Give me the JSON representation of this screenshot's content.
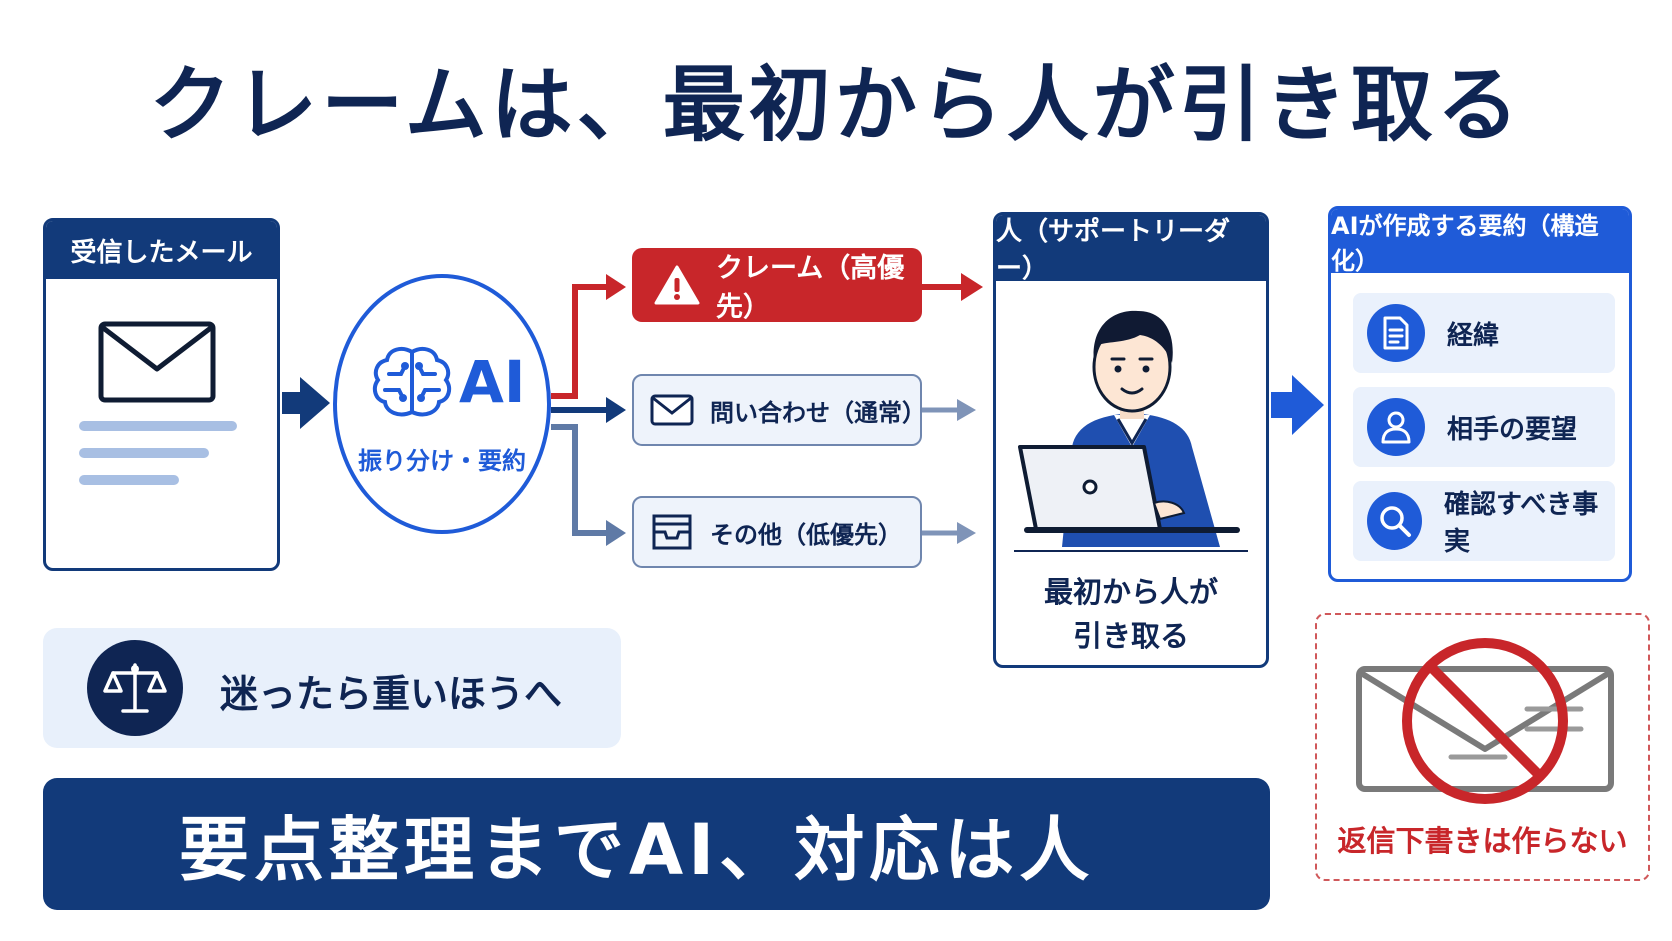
{
  "title": "クレームは、最初から人が引き取る",
  "inbox": {
    "header": "受信したメール"
  },
  "ai": {
    "label": "AI",
    "sub": "振り分け・要約"
  },
  "categories": {
    "claim": "クレーム（高優先）",
    "inquiry": "問い合わせ（通常）",
    "other": "その他（低優先）"
  },
  "person": {
    "header": "人（サポートリーダー）",
    "caption_line1": "最初から人が",
    "caption_line2": "引き取る"
  },
  "summary": {
    "header": "AIが作成する要約（構造化）",
    "items": [
      {
        "label": "経緯",
        "icon": "document-icon"
      },
      {
        "label": "相手の要望",
        "icon": "person-icon"
      },
      {
        "label": "確認すべき事実",
        "icon": "magnifier-icon"
      }
    ]
  },
  "no_draft": {
    "label": "返信下書きは作らない"
  },
  "rule": {
    "text": "迷ったら重いほうへ",
    "icon": "scale-icon"
  },
  "banner": {
    "text": "要点整理までAI、対応は人"
  },
  "colors": {
    "navy": "#123a7a",
    "blue": "#1f5bd8",
    "red": "#c8262a",
    "light": "#eaf1fc"
  }
}
